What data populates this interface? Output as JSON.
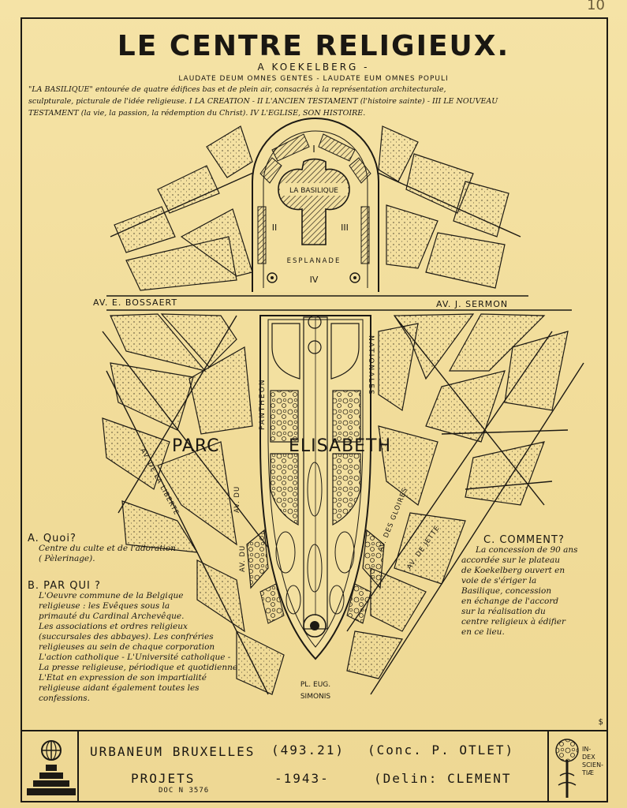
{
  "header": {
    "corner_number": "10",
    "title": "LE CENTRE RELIGIEUX.",
    "subtitle": "A KOEKELBERG -",
    "motto": "LAUDATE DEUM OMNES GENTES - LAUDATE EUM OMNES POPULI",
    "description": [
      "\"LA BASILIQUE\" entourée de quatre édifices bas et de plein air, consacrés à la représentation architecturale,",
      "sculpturale, picturale de l'idée religieuse. I LA CREATION - II L'ANCIEN TESTAMENT (l'histoire sainte) - III LE NOUVEAU",
      "TESTAMENT (la vie, la passion, la rédemption du Christ).            IV L'EGLISE, SON HISTOIRE."
    ]
  },
  "map": {
    "basilica_label": "LA BASILIQUE",
    "roman_I": "I",
    "roman_II": "II",
    "roman_III": "III",
    "roman_IV": "IV",
    "esplanade": "ESPLANADE",
    "street_bossaert": "AV.   E. BOSSAERT",
    "street_sermon": "AV.   J. SERMON",
    "park_left": "PARC",
    "park_right": "ELISABETH",
    "pantheon": "PANTHEON",
    "nationales": "NATIONALES",
    "av_liberte": "AV. DE LA LIBERTE",
    "av_du": "AV. DU",
    "av_gloires": "AV. DES GLOIRES",
    "av_jette": "AV. DE JETTE",
    "place_line1": "PL. EUG.",
    "place_line2": "SIMONIS"
  },
  "notes": {
    "a_heading": "A.  Quoi?",
    "a_text": [
      "Centre du culte et de l'adoration",
      "( Pèlerinage)."
    ],
    "b_heading": "B.  PAR QUI ?",
    "b_text": [
      "L'Oeuvre commune de la Belgique",
      "religieuse : les Evêques sous la",
      "primauté du Cardinal Archevêque.",
      "Les associations et ordres religieux",
      "(succursales des abbayes). Les confréries",
      "religieuses au sein de chaque corporation",
      "L'action catholique - L'Université catholique -",
      "La presse religieuse, périodique et quotidienne",
      "L'Etat en expression de son impartialité",
      "religieuse aidant également toutes les",
      "confessions."
    ],
    "c_heading": "C.  COMMENT?",
    "c_text": [
      "La concession de 90 ans",
      "accordée sur le plateau",
      "de Koekelberg ouvert en",
      "voie de s'ériger la",
      "Basilique, concession",
      "en échange de l'accord",
      "sur la réalisation du",
      "centre religieux à édifier",
      "en ce lieu."
    ]
  },
  "footer": {
    "org": "URBANEUM BRUXELLES",
    "ref": "(493.21)",
    "conc": "(Conc. P. OTLET)",
    "projets": "PROJETS",
    "year": "-1943-",
    "delin": "(Delin:  CLEMENT",
    "doc": "DOC N 3576",
    "mundaneum": [
      "IN-",
      "DEX",
      "SCIEN-",
      "TIÆ"
    ],
    "signature": "$"
  }
}
